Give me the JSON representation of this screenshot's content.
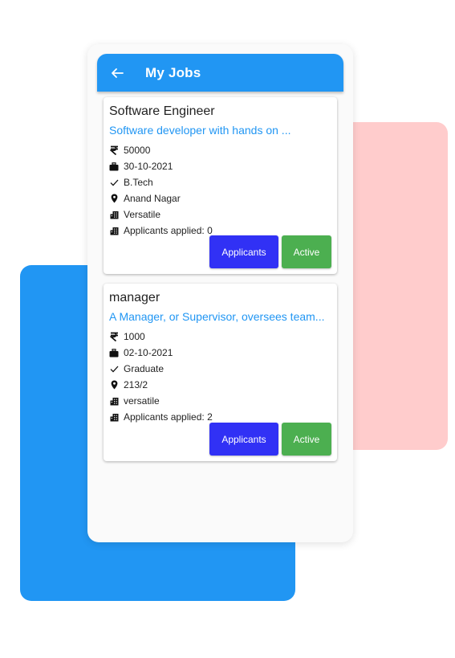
{
  "appbar": {
    "title": "My Jobs"
  },
  "jobs": [
    {
      "title": "Software Engineer",
      "description": "Software developer with hands on ...",
      "salary": "50000",
      "date": "30-10-2021",
      "qualification": "B.Tech",
      "location": "Anand Nagar",
      "company": "Versatile",
      "applicants": "Applicants applied: 0",
      "applicants_button": "Applicants",
      "status_button": "Active"
    },
    {
      "title": "manager",
      "description": "A Manager, or Supervisor, oversees team...",
      "salary": "1000",
      "date": "02-10-2021",
      "qualification": "Graduate",
      "location": "213/2",
      "company": "versatile",
      "applicants": "Applicants applied: 2",
      "applicants_button": "Applicants",
      "status_button": "Active"
    }
  ],
  "colors": {
    "primary": "#2196f3",
    "applicants_button": "#3131f5",
    "active_button": "#4caf50",
    "bg_pink": "#ffcccc"
  },
  "icons": [
    "back-arrow-icon",
    "rupee-icon",
    "briefcase-icon",
    "check-icon",
    "location-pin-icon",
    "building-icon"
  ]
}
